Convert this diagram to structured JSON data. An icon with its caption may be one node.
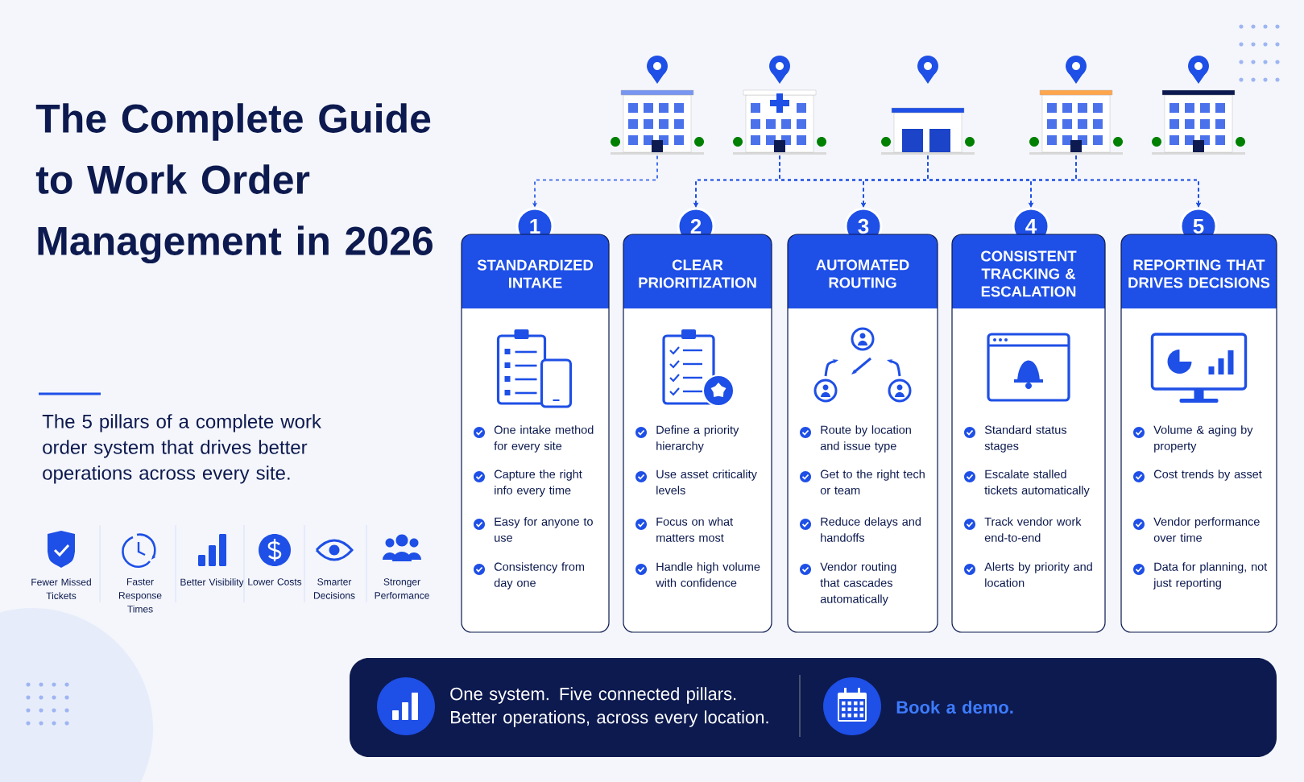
{
  "diagram": {
    "title": "The Complete Guide to Work Order Management in 2026",
    "nodes": [
      {
        "text": [],
        "shape": "picture"
      },
      {
        "text": [],
        "shape": "picture"
      },
      {
        "text": [],
        "shape": "picture"
      },
      {
        "text": [],
        "shape": "picture"
      },
      {
        "text": [],
        "shape": "picture"
      },
      {
        "text": [
          "1"
        ]
      },
      {
        "text": [
          "2"
        ]
      },
      {
        "text": [
          "3"
        ]
      },
      {
        "text": [
          "4"
        ]
      },
      {
        "text": [
          "5"
        ]
      },
      {
        "text": [
          "STANDARDIZED INTAKE",
          "One intake method for every site",
          "Capture the right info every time",
          "Easy for anyone to use",
          "Consistency from day one"
        ]
      },
      {
        "text": [
          "CLEAR PRIORITIZATION",
          "Define a priority hierarchy",
          "Use asset criticality levels",
          "Focus on what matters most",
          "Handle high volume with confidence"
        ]
      },
      {
        "text": [
          "AUTOMATED ROUTING",
          "Route by location and issue type",
          "Get to the right tech or team",
          "Reduce delays and handoffs",
          "Vendor routing that cascades automatically"
        ]
      },
      {
        "text": [
          "CONSISTENT TRACKING & ESCALATION",
          "Standard status stages",
          "Escalate stalled tickets automatically",
          "Track vendor work end-to-end",
          "Alerts by priority and location"
        ]
      },
      {
        "text": [
          "REPORTING THAT DRIVES DECISIONS",
          "Volume & aging by property",
          "Cost trends by asset",
          "Vendor performance over time",
          "Data for planning, not just reporting"
        ]
      },
      {
        "text": [
          "One system. Five connected pillars. Better operations, across every location.",
          "Book a demo."
        ]
      }
    ],
    "edges": [
      {
        "from": 0,
        "to": 5,
        "arrow": "to",
        "style": "dashed"
      },
      {
        "from": 1,
        "to": 6,
        "arrow": "to",
        "style": "dashed"
      },
      {
        "from": 1,
        "to": 7,
        "arrow": "to",
        "style": "dashed"
      },
      {
        "from": 1,
        "to": 8,
        "arrow": "to",
        "style": "dashed"
      },
      {
        "from": 1,
        "to": 9,
        "arrow": "to",
        "style": "dashed"
      },
      {
        "from": 2,
        "to": 6,
        "arrow": "to",
        "style": "dashed"
      },
      {
        "from": 2,
        "to": 7,
        "arrow": "to",
        "style": "dashed"
      },
      {
        "from": 2,
        "to": 8,
        "arrow": "to",
        "style": "dashed"
      },
      {
        "from": 2,
        "to": 9,
        "arrow": "to",
        "style": "dashed"
      },
      {
        "from": 3,
        "to": 6,
        "arrow": "to",
        "style": "dashed"
      },
      {
        "from": 3,
        "to": 7,
        "arrow": "to",
        "style": "dashed"
      },
      {
        "from": 3,
        "to": 8,
        "arrow": "to",
        "style": "dashed"
      },
      {
        "from": 3,
        "to": 9,
        "arrow": "to",
        "style": "dashed"
      }
    ],
    "labels": [
      "The 5 pillars of a complete work order system that drives better operations across every site.",
      "Fewer Missed Tickets",
      "Faster Response Times",
      "Better Visibility",
      "Lower Costs",
      "Smarter Decisions",
      "Stronger Performance"
    ]
  }
}
